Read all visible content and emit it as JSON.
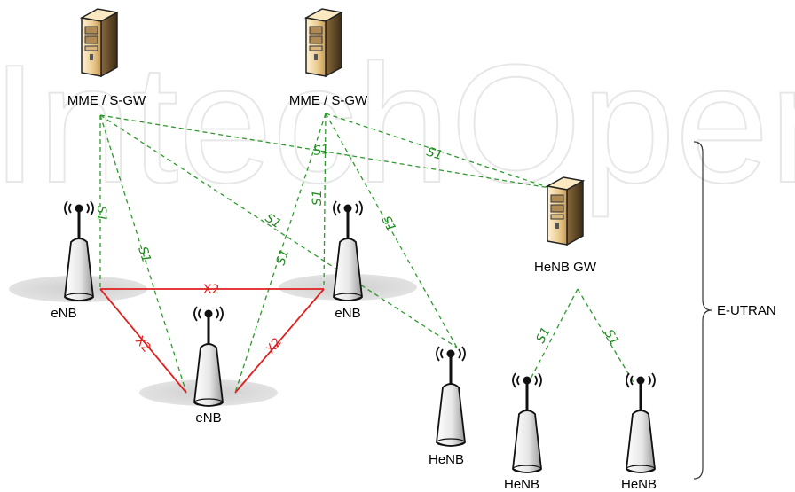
{
  "watermark": "IntechOpen",
  "labels": {
    "mme1": "MME / S-GW",
    "mme2": "MME / S-GW",
    "henb_gw": "HeNB GW",
    "enb_left": "eNB",
    "enb_right": "eNB",
    "enb_bottom": "eNB",
    "henb_1": "HeNB",
    "henb_2": "HeNB",
    "henb_3": "HeNB",
    "region": "E-UTRAN"
  },
  "interfaces": {
    "s1": "S1",
    "x2": "X2"
  },
  "colors": {
    "s1_line": "#2e9a2e",
    "x2_line": "#e02020",
    "coverage": "#d4d4d4"
  },
  "icons": {
    "server": "server-icon",
    "base_station": "antenna-tower-icon"
  }
}
